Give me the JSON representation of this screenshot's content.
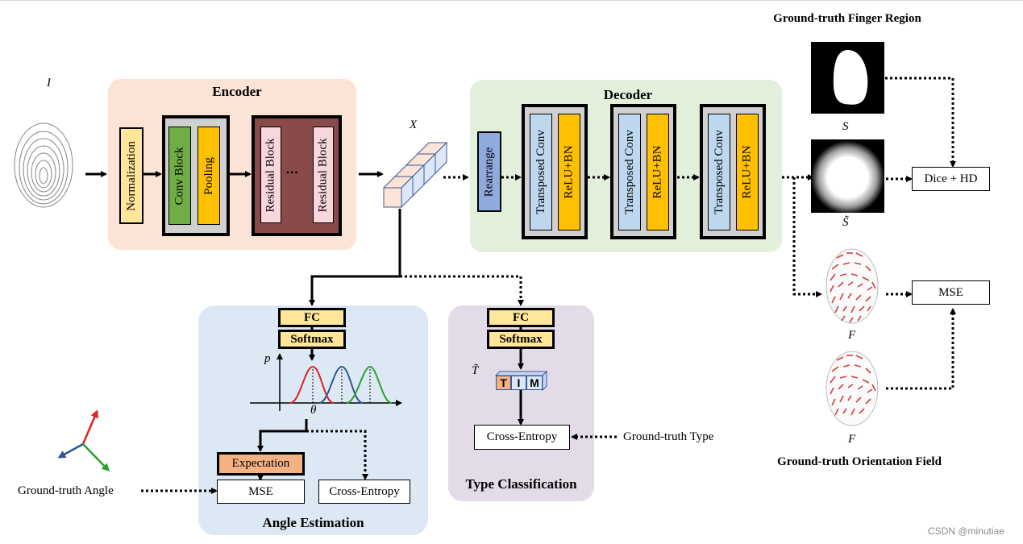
{
  "encoder": {
    "title": "Encoder",
    "normalization": "Normalization",
    "conv_block": "Conv Block",
    "pooling": "Pooling",
    "residual_block_1": "Residual Block",
    "ellipsis": "•••",
    "residual_block_2": "Residual Block"
  },
  "decoder": {
    "title": "Decoder",
    "rearrange": "Rearrange",
    "blocks": [
      {
        "conv": "Transposed Conv",
        "act": "ReLU+BN"
      },
      {
        "conv": "Transposed Conv",
        "act": "ReLU+BN"
      },
      {
        "conv": "Transposed Conv",
        "act": "ReLU+BN"
      }
    ]
  },
  "symbols": {
    "input": "I",
    "latent": "X",
    "seg_gt": "S",
    "seg_pred": "S̃",
    "orient_pred": "F",
    "orient_gt": "F",
    "type_pred": "T̃",
    "p": "p",
    "theta": "θ"
  },
  "angle": {
    "title": "Angle Estimation",
    "fc": "FC",
    "softmax": "Softmax",
    "expectation": "Expectation",
    "mse": "MSE",
    "cross_entropy": "Cross-Entropy",
    "ground_truth": "Ground-truth Angle"
  },
  "type": {
    "title": "Type Classification",
    "fc": "FC",
    "softmax": "Softmax",
    "cells": [
      "T",
      "I",
      "M"
    ],
    "cross_entropy": "Cross-Entropy",
    "ground_truth": "Ground-truth Type"
  },
  "right": {
    "finger_region_title": "Ground-truth Finger Region",
    "dice_hd": "Dice + HD",
    "mse": "MSE",
    "orientation_title": "Ground-truth Orientation Field"
  },
  "watermark": "CSDN @minutiae",
  "colors": {
    "encoder_bg": "#fbe3d6",
    "decoder_bg": "#e2efda",
    "angle_bg": "#dce9f5",
    "type_bg": "#e3dbe8",
    "yellow_box": "#ffe699",
    "orange": "#ffc000",
    "green": "#70ad47",
    "residual_outer": "#8b4a4a",
    "residual_inner": "#f8d7dc",
    "rearrange": "#8faadc",
    "conv_blue": "#bdd7ee",
    "expectation": "#f4b183"
  }
}
